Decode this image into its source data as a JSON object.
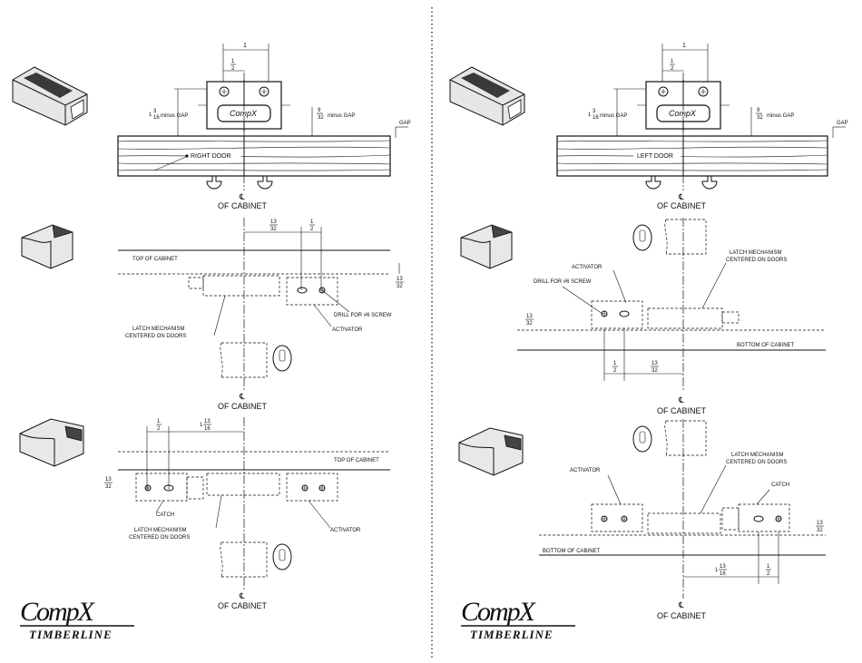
{
  "left": {
    "top": {
      "dim_top": "1",
      "dim_half": {
        "num": "1",
        "den": "2"
      },
      "dim_height": {
        "whole": "1",
        "num": "3",
        "den": "16",
        "suffix": "minus GAP"
      },
      "dim_small": {
        "num": "9",
        "den": "32",
        "suffix": "minus GAP"
      },
      "gap": "GAP",
      "door_label": "RIGHT DOOR",
      "brand": "CompX",
      "center_label": "OF CABINET"
    },
    "mid": {
      "dim_a": {
        "num": "13",
        "den": "32"
      },
      "dim_b": {
        "num": "1",
        "den": "2"
      },
      "top_label": "TOP OF CABINET",
      "side_dim": {
        "num": "13",
        "den": "32"
      },
      "drill": "DRILL FOR #6 SCREW",
      "latch": [
        "LATCH MECHANISM",
        "CENTERED ON DOORS"
      ],
      "activator": "ACTIVATOR",
      "center_label": "OF CABINET"
    },
    "bot": {
      "dim_a": {
        "num": "1",
        "den": "2"
      },
      "dim_b": {
        "whole": "1",
        "num": "13",
        "den": "16"
      },
      "top_label": "TOP OF CABINET",
      "side_dim": {
        "num": "13",
        "den": "32"
      },
      "catch": "CATCH",
      "latch": [
        "LATCH MECHANISM",
        "CENTERED ON DOORS"
      ],
      "activator": "ACTIVATOR",
      "center_label": "OF CABINET"
    },
    "logo": {
      "main": "CompX",
      "sub": "TIMBERLINE"
    }
  },
  "right": {
    "top": {
      "dim_top": "1",
      "dim_half": {
        "num": "1",
        "den": "2"
      },
      "dim_height": {
        "whole": "1",
        "num": "3",
        "den": "16",
        "suffix": "minus GAP"
      },
      "dim_small": {
        "num": "9",
        "den": "32",
        "suffix": "minus GAP"
      },
      "gap": "GAP",
      "door_label": "LEFT DOOR",
      "brand": "CompX",
      "center_label": "OF CABINET"
    },
    "mid": {
      "latch": [
        "LATCH MECHANISM",
        "CENTERED ON DOORS"
      ],
      "activator": "ACTIVATOR",
      "drill": "DRILL FOR #6 SCREW",
      "side_dim": {
        "num": "13",
        "den": "32"
      },
      "bottom_label": "BOTTOM OF CABINET",
      "dim_a": {
        "num": "1",
        "den": "2"
      },
      "dim_b": {
        "num": "13",
        "den": "32"
      },
      "center_label": "OF CABINET"
    },
    "bot": {
      "latch": [
        "LATCH MECHANISM",
        "CENTERED ON DOORS"
      ],
      "activator": "ACTIVATOR",
      "catch": "CATCH",
      "side_dim": {
        "num": "13",
        "den": "32"
      },
      "bottom_label": "BOTTOM OF CABINET",
      "dim_a": {
        "whole": "1",
        "num": "13",
        "den": "16"
      },
      "dim_b": {
        "num": "1",
        "den": "2"
      },
      "center_label": "OF CABINET"
    },
    "logo": {
      "main": "CompX",
      "sub": "TIMBERLINE"
    }
  }
}
